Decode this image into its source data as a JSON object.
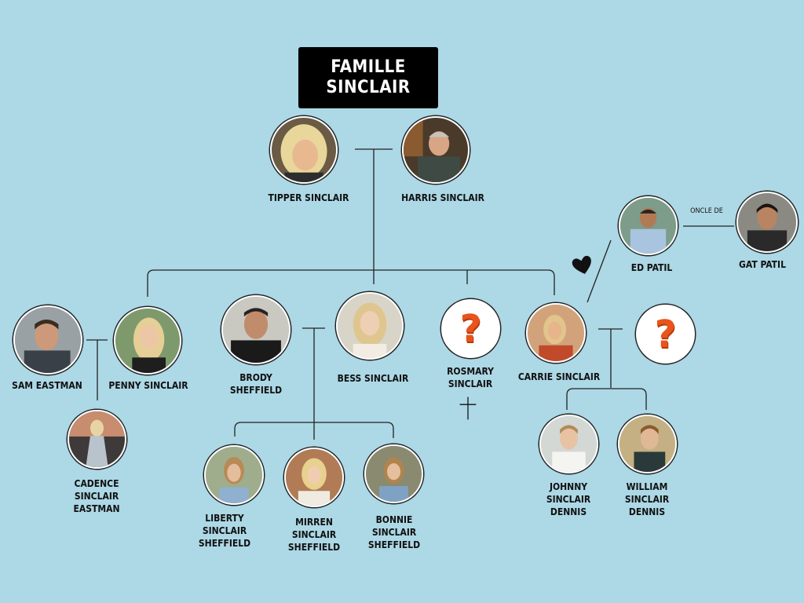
{
  "title": {
    "line1": "FAMILLE",
    "line2": "SINCLAIR"
  },
  "people": {
    "tipper": {
      "lines": [
        "TIPPER SINCLAIR"
      ]
    },
    "harris": {
      "lines": [
        "HARRIS SINCLAIR"
      ]
    },
    "ed": {
      "lines": [
        "ED PATIL"
      ]
    },
    "gat": {
      "lines": [
        "GAT PATIL"
      ]
    },
    "sam": {
      "lines": [
        "SAM EASTMAN"
      ]
    },
    "penny": {
      "lines": [
        "PENNY SINCLAIR"
      ]
    },
    "brody": {
      "lines": [
        "BRODY",
        "SHEFFIELD"
      ]
    },
    "bess": {
      "lines": [
        "BESS SINCLAIR"
      ]
    },
    "rosmary": {
      "lines": [
        "ROSMARY",
        "SINCLAIR"
      ]
    },
    "carrie": {
      "lines": [
        "CARRIE SINCLAIR"
      ]
    },
    "cadence": {
      "lines": [
        "CADENCE",
        "SINCLAIR",
        "EASTMAN"
      ]
    },
    "liberty": {
      "lines": [
        "LIBERTY",
        "SINCLAIR",
        "SHEFFIELD"
      ]
    },
    "mirren": {
      "lines": [
        "MIRREN",
        "SINCLAIR",
        "SHEFFIELD"
      ]
    },
    "bonnie": {
      "lines": [
        "BONNIE",
        "SINCLAIR",
        "SHEFFIELD"
      ]
    },
    "johnny": {
      "lines": [
        "JOHNNY",
        "SINCLAIR",
        "DENNIS"
      ]
    },
    "william": {
      "lines": [
        "WILLIAM",
        "SINCLAIR",
        "DENNIS"
      ]
    }
  },
  "relation_label": "ONCLE DE",
  "unknown_mark": "?",
  "icons": {
    "heart": "heart-icon",
    "cross": "deceased-cross-icon",
    "unknown": "question-mark-icon"
  },
  "colors": {
    "background": "#add8e6",
    "title_box": "#000000",
    "question_mark": "#e8541b"
  }
}
